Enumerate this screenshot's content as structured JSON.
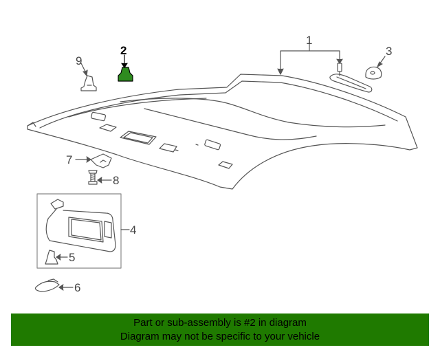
{
  "callouts": {
    "c1": "1",
    "c2": "2",
    "c3": "3",
    "c4": "4",
    "c5": "5",
    "c6": "6",
    "c7": "7",
    "c8": "8",
    "c9": "9"
  },
  "highlight_color": "#2e8b1f",
  "banner": {
    "line1": "Part or sub-assembly is #2 in diagram",
    "line2": "Diagram may not be specific to your vehicle",
    "background": "#1f7a00"
  }
}
